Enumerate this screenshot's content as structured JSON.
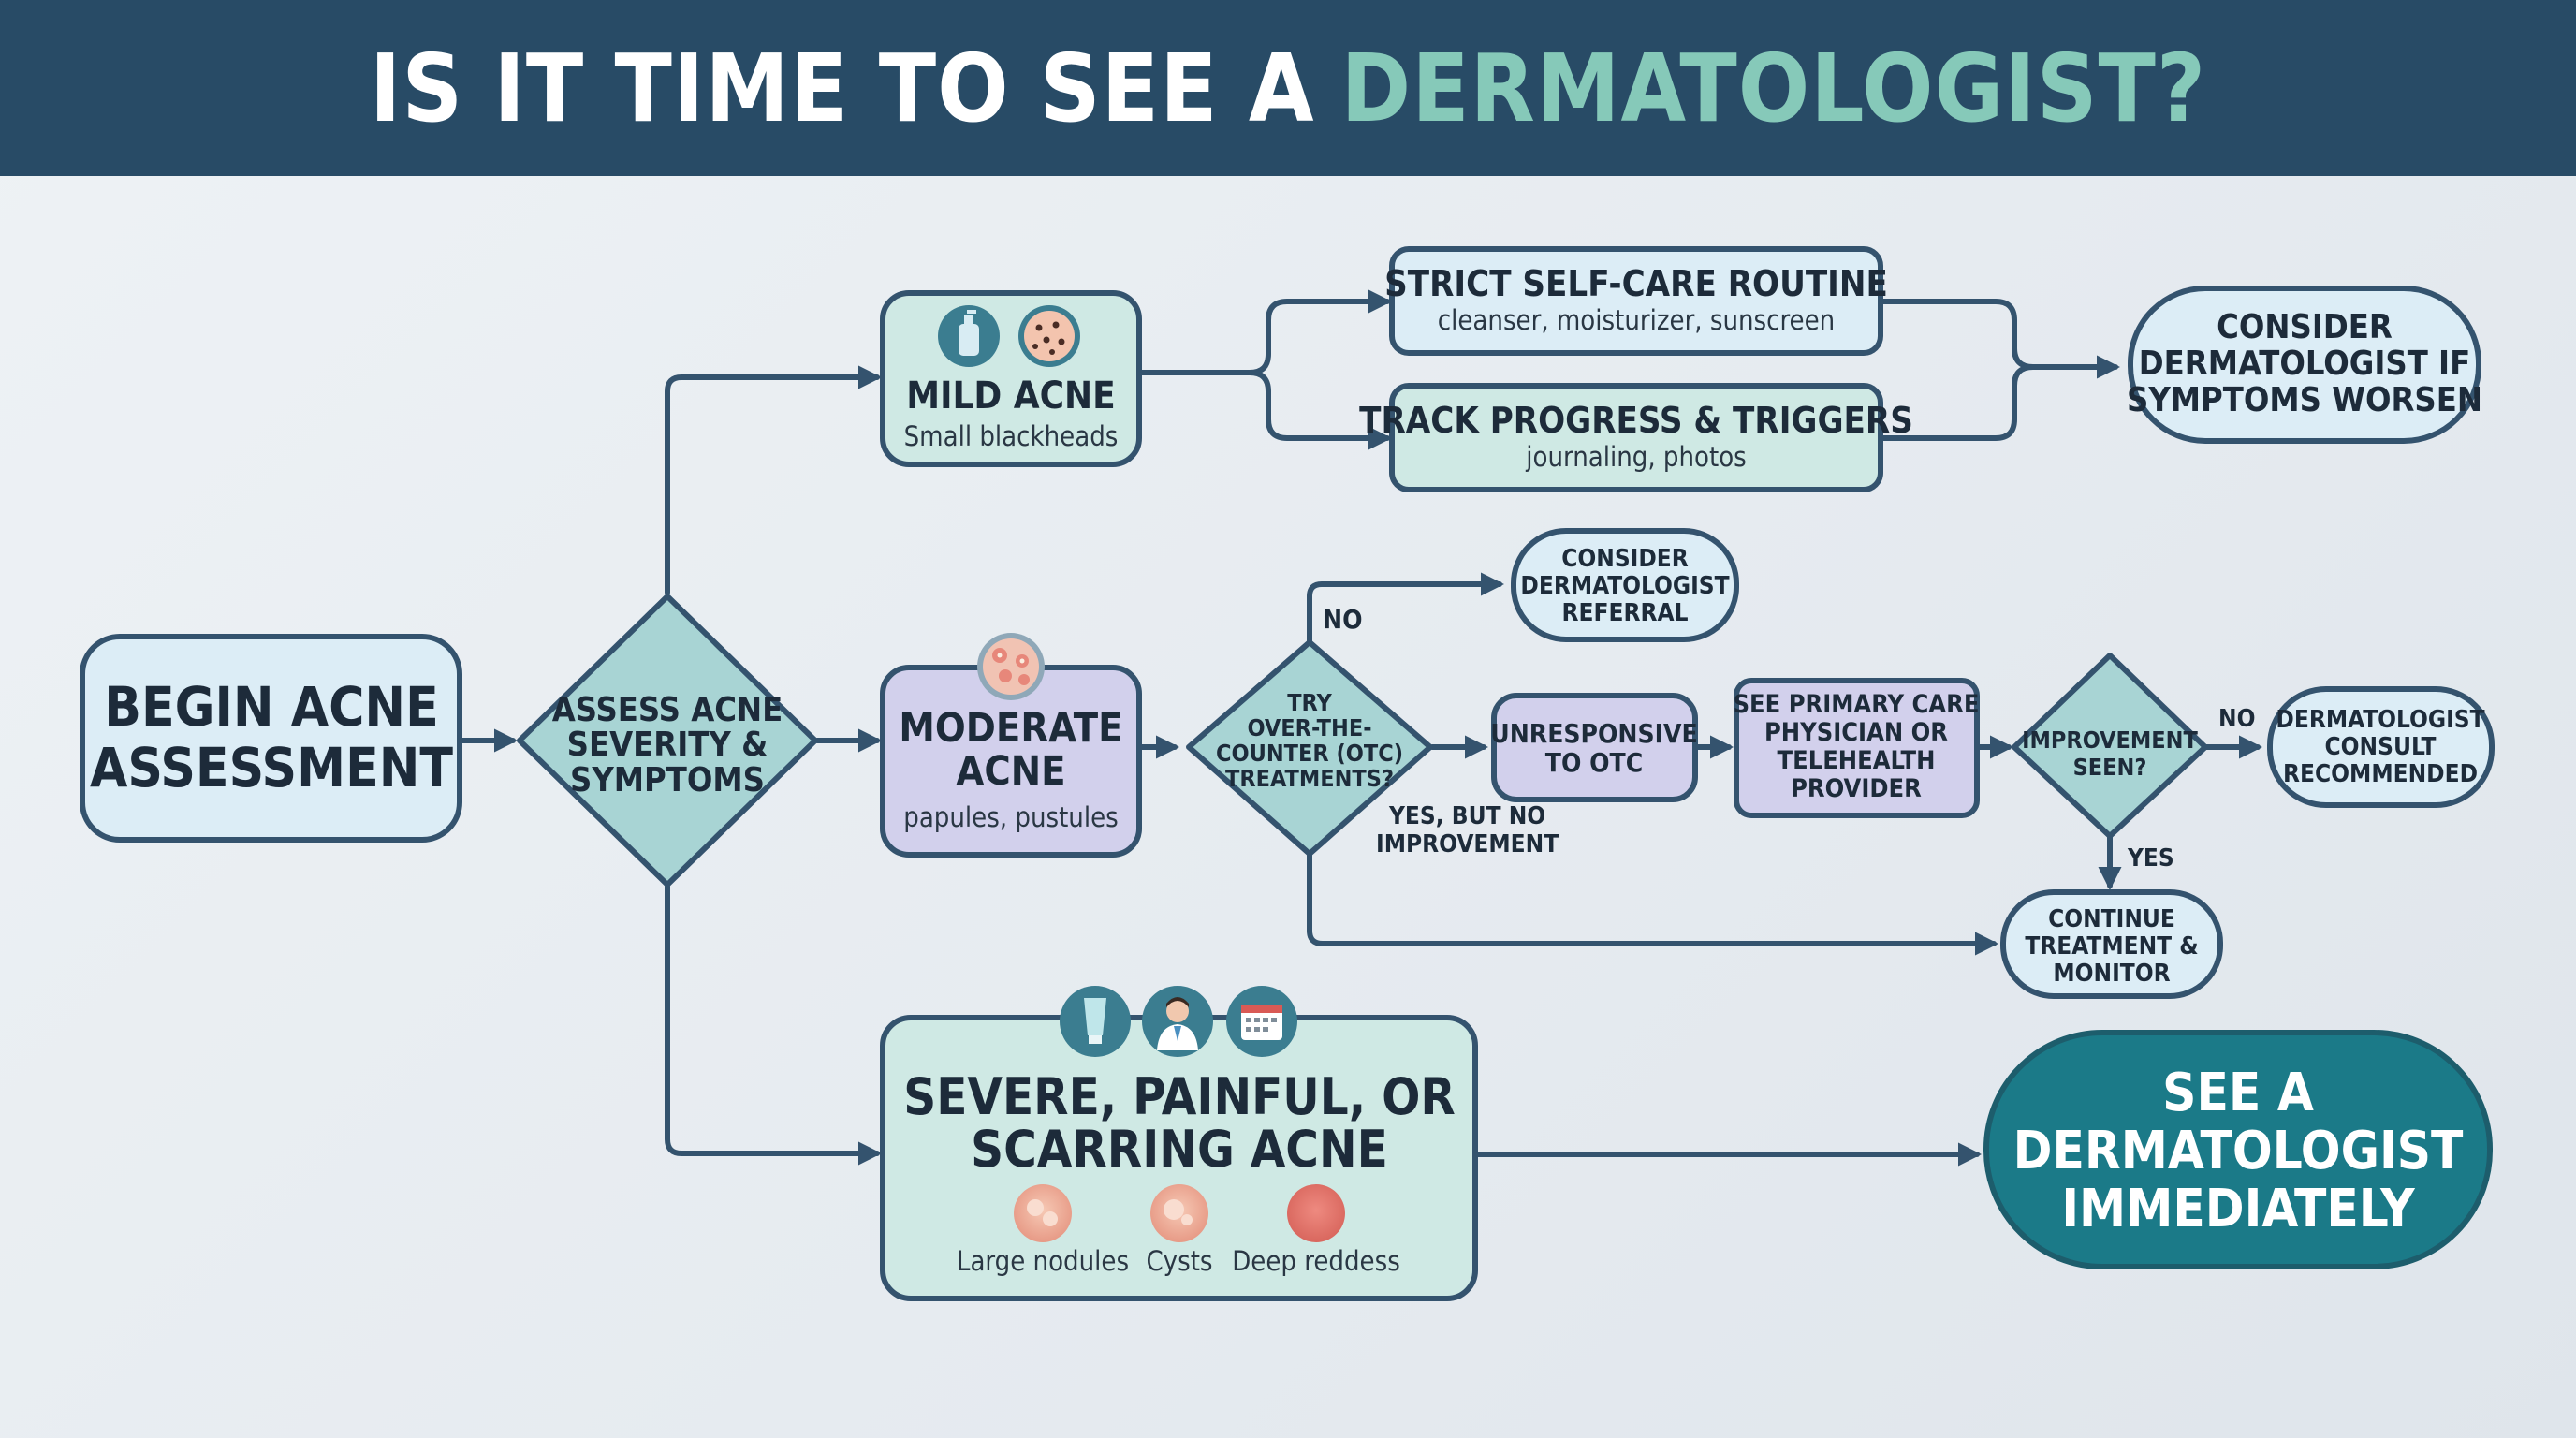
{
  "header": {
    "title_prefix": "IS IT TIME TO SEE A",
    "title_accent": "DERMATOLOGIST?",
    "background": "#284b66",
    "accent_color": "#86c9b9"
  },
  "colors": {
    "node_blue": "#dcedf6",
    "node_teal": "#cfe9e4",
    "node_purple": "#d2d0ec",
    "node_outline": "#34536e",
    "final_node": "#1b7a88",
    "connector": "#34536e"
  },
  "nodes": {
    "begin": {
      "line1": "BEGIN ACNE",
      "line2": "ASSESSMENT"
    },
    "assess": {
      "line1": "ASSESS ACNE",
      "line2": "SEVERITY &",
      "line3": "SYMPTOMS"
    },
    "mild": {
      "title": "MILD ACNE",
      "subtitle": "Small blackheads",
      "icons": [
        "cleanser-bottle-icon",
        "blackhead-skin-icon"
      ]
    },
    "self_care": {
      "title": "STRICT SELF-CARE ROUTINE",
      "subtitle": "cleanser, moisturizer, sunscreen"
    },
    "track": {
      "title": "TRACK PROGRESS & TRIGGERS",
      "subtitle": "journaling, photos"
    },
    "consider_worsen": {
      "line1": "CONSIDER",
      "line2": "DERMATOLOGIST IF",
      "line3": "SYMPTOMS WORSEN"
    },
    "moderate": {
      "line1": "MODERATE",
      "line2": "ACNE",
      "subtitle": "papules, pustules",
      "icons": [
        "pustule-skin-icon"
      ]
    },
    "otc": {
      "line1": "TRY",
      "line2": "OVER-THE-",
      "line3": "COUNTER (OTC)",
      "line4": "TREATMENTS?"
    },
    "consider_referral": {
      "line1": "CONSIDER",
      "line2": "DERMATOLOGIST",
      "line3": "REFERRAL"
    },
    "unresponsive": {
      "line1": "UNRESPONSIVE",
      "line2": "TO OTC"
    },
    "primary_care": {
      "line1": "SEE PRIMARY CARE",
      "line2": "PHYSICIAN OR",
      "line3": "TELEHEALTH",
      "line4": "PROVIDER"
    },
    "improvement": {
      "line1": "IMPROVEMENT",
      "line2": "SEEN?"
    },
    "derm_consult": {
      "line1": "DERMATOLOGIST",
      "line2": "CONSULT",
      "line3": "RECOMMENDED"
    },
    "continue": {
      "line1": "CONTINUE",
      "line2": "TREATMENT &",
      "line3": "MONITOR"
    },
    "severe": {
      "line1": "SEVERE, PAINFUL, OR",
      "line2": "SCARRING ACNE",
      "icons": [
        "tube-icon",
        "doctor-icon",
        "calendar-icon"
      ],
      "symptoms": [
        "Large nodules",
        "Cysts",
        "Deep reddess"
      ]
    },
    "see_derm": {
      "line1": "SEE A",
      "line2": "DERMATOLOGIST",
      "line3": "IMMEDIATELY"
    }
  },
  "edge_labels": {
    "no_referral": "NO",
    "yes_no_improvement_1": "YES, BUT NO",
    "yes_no_improvement_2": "IMPROVEMENT",
    "no_consult": "NO",
    "yes_continue": "YES"
  }
}
